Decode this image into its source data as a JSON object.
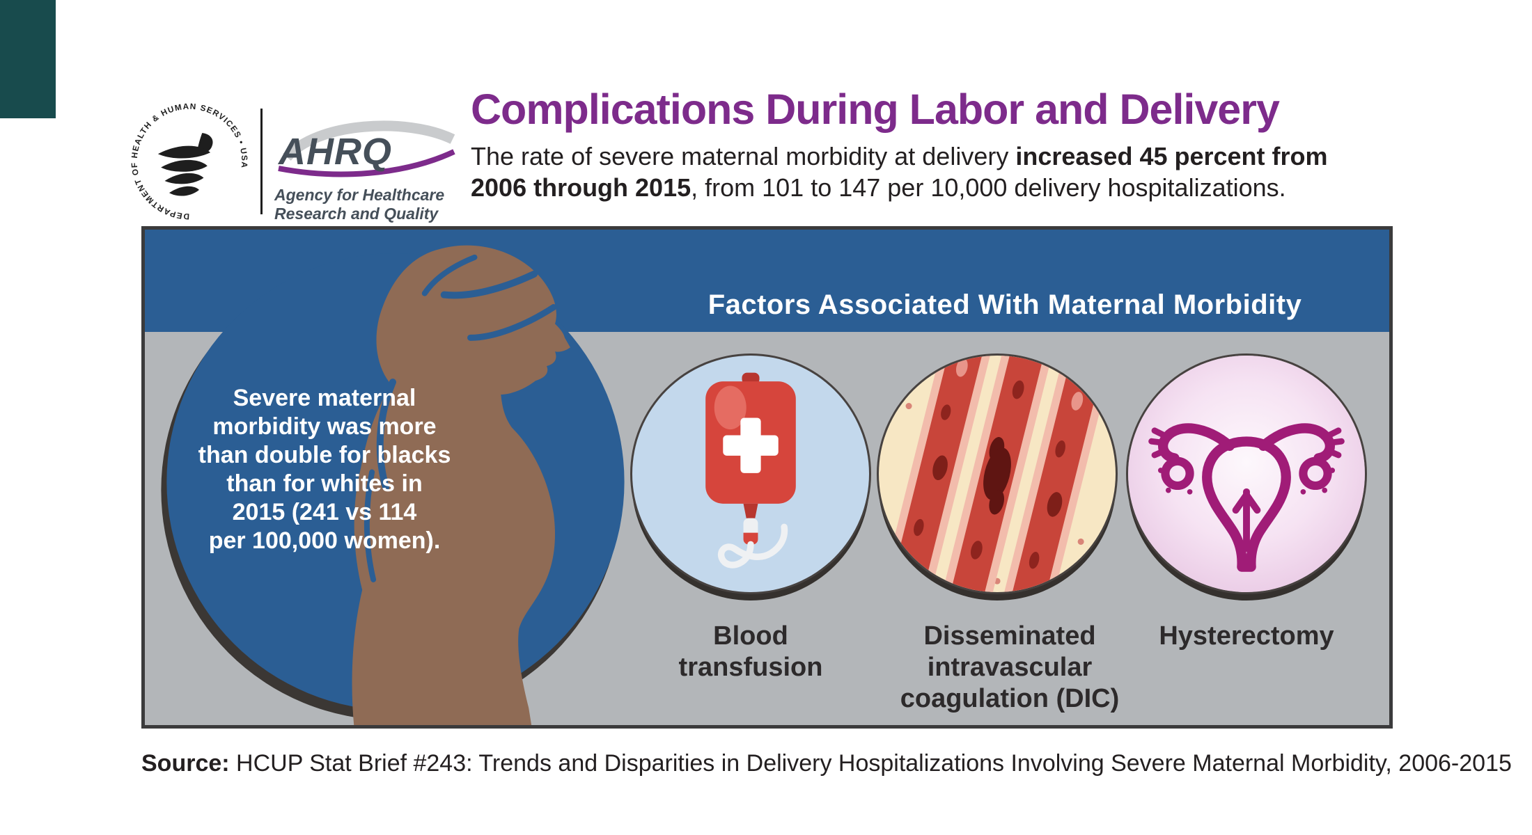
{
  "colors": {
    "accent_purple": "#7D2B8B",
    "band_blue": "#2B5E94",
    "panel_gray": "#B3B6B9",
    "corner_teal": "#184B4D",
    "silhouette_brown": "#8F6B55",
    "blood_bag_red": "#D6453C",
    "dic_cream": "#F7E7C4",
    "uterus_magenta": "#A01C77",
    "text_dark": "#231F20"
  },
  "header": {
    "hhs_ring_text": "DEPARTMENT OF HEALTH & HUMAN SERVICES • USA",
    "ahrq": {
      "acronym": "AHRQ",
      "tagline_line1": "Agency for Healthcare",
      "tagline_line2": "Research and Quality"
    },
    "title": "Complications During Labor and Delivery",
    "subtitle_l1_normal": "The rate of severe maternal morbidity at delivery ",
    "subtitle_l1_bold": "increased 45 percent from",
    "subtitle_l2_bold": "2006 through 2015",
    "subtitle_l2_normal": ", from 101 to 147 per 10,000 delivery hospitalizations."
  },
  "panel": {
    "band_title": "Factors Associated With Maternal Morbidity",
    "stat": {
      "lines": [
        "Severe maternal",
        "morbidity was more",
        "than double for blacks",
        "than for whites in",
        "2015 (241 vs 114",
        "per 100,000 women)."
      ]
    },
    "factors": [
      {
        "icon": "blood-transfusion-bag-icon",
        "lines": [
          "Blood",
          "transfusion"
        ]
      },
      {
        "icon": "blood-vessels-dic-icon",
        "lines": [
          "Disseminated",
          "intravascular",
          "coagulation (DIC)"
        ]
      },
      {
        "icon": "uterus-icon",
        "lines": [
          "Hysterectomy"
        ]
      }
    ]
  },
  "source": {
    "label": "Source:",
    "text": " HCUP Stat Brief #243: Trends and Disparities in Delivery Hospitalizations Involving Severe Maternal Morbidity, 2006-2015"
  }
}
